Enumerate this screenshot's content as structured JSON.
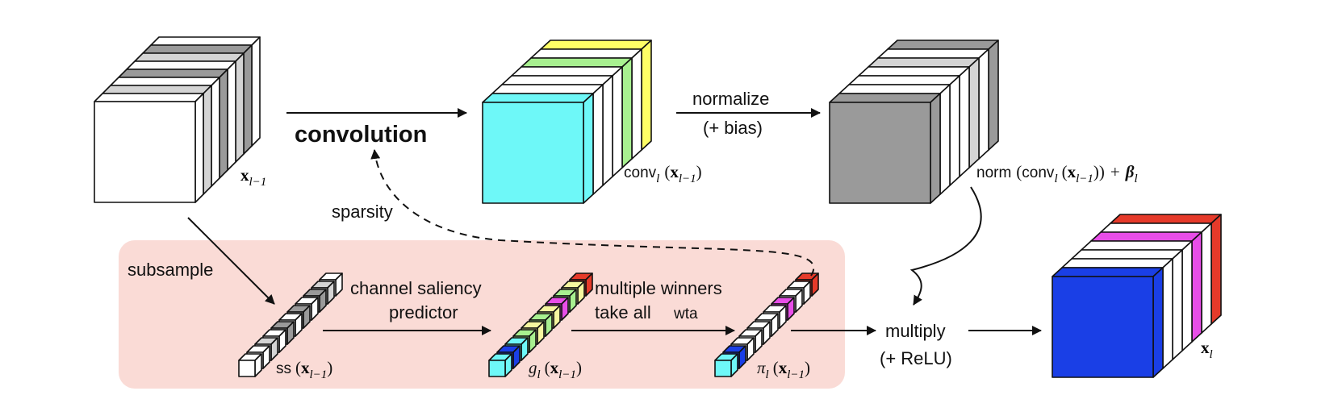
{
  "colors": {
    "panel": "#fadbd6",
    "white": "#ffffff",
    "light_gray": "#d4d4d4",
    "gray": "#9a9a9a",
    "green": "#c8f7c0",
    "cyan": "#6ef8f8",
    "yellow": "#ffff66",
    "light_green": "#a8f090",
    "blue": "#1a3fe6",
    "magenta": "#e84ee8",
    "red": "#e63a2a",
    "pale_yellow": "#f6f7a0"
  },
  "labels": {
    "convolution": "convolution",
    "normalize": "normalize",
    "bias": "(+ bias)",
    "sparsity": "sparsity",
    "subsample": "subsample",
    "csp_line1": "channel saliency",
    "csp_line2": "predictor",
    "wta_line1": "multiple winners",
    "wta_line2": "take all",
    "wta_tag": "wta",
    "multiply": "multiply",
    "relu": "(+ ReLU)"
  },
  "math": {
    "x": "x",
    "l_minus_1": "l−1",
    "l": "l",
    "conv": "conv",
    "norm": "norm",
    "ss": "ss",
    "g": "g",
    "pi": "π",
    "beta": "β",
    "open_paren": "(",
    "close_paren": ")",
    "close_paren2": "))",
    "plus": "+"
  },
  "cubes": {
    "input_slices": [
      "white",
      "light_gray",
      "white",
      "gray",
      "white",
      "light_gray",
      "gray",
      "white"
    ],
    "conv_slices": [
      "cyan",
      "white",
      "white",
      "white",
      "light_green",
      "white",
      "yellow"
    ],
    "norm_slices": [
      "gray",
      "white",
      "white",
      "white",
      "light_gray",
      "white",
      "gray"
    ],
    "output_slices": [
      "blue",
      "white",
      "white",
      "white",
      "magenta",
      "white",
      "red"
    ]
  },
  "vectors": {
    "ss_cells": [
      "white",
      "white",
      "light_gray",
      "white",
      "gray",
      "white",
      "gray",
      "white",
      "gray",
      "light_gray",
      "white"
    ],
    "g_cells": [
      "cyan",
      "blue",
      "cyan",
      "light_green",
      "pale_yellow",
      "light_green",
      "pale_yellow",
      "magenta",
      "light_green",
      "pale_yellow",
      "red"
    ],
    "pi_cells": [
      "cyan",
      "blue",
      "white",
      "white",
      "white",
      "white",
      "white",
      "magenta",
      "white",
      "white",
      "red"
    ]
  }
}
